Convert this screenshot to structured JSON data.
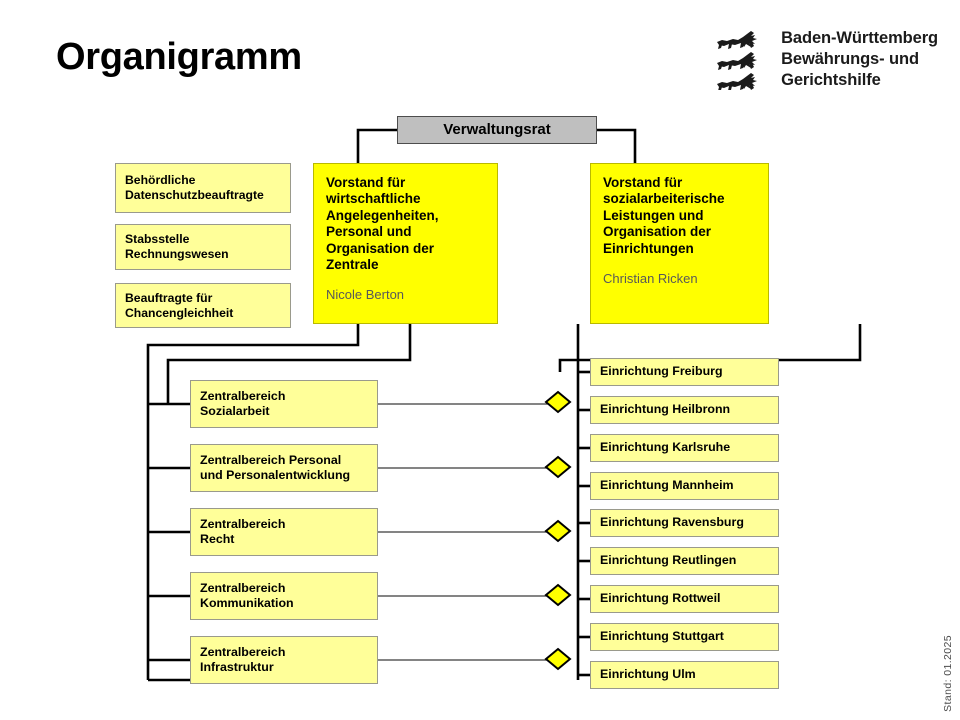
{
  "page": {
    "title": "Organigramm",
    "footer_note": "Stand: 01.2025"
  },
  "logo": {
    "icon": "three-lions-crest-icon",
    "text": "Baden-Württemberg\nBewährungs- und\nGerichtshilfe"
  },
  "colors": {
    "board_fill": "#bfbfbf",
    "vorstand_fill": "#ffff00",
    "unit_fill": "#ffff99",
    "connector": "#000000",
    "diamond_fill": "#ffff00",
    "person_text": "#595959"
  },
  "board": {
    "label": "Verwaltungsrat"
  },
  "vorstand": [
    {
      "title": "Vorstand für wirtschaftliche Angelegenheiten, Personal und Organisation der Zentrale",
      "person": "Nicole Berton"
    },
    {
      "title": "Vorstand für sozialarbeiterische Leistungen und Organisation der Einrichtungen",
      "person": "Christian Ricken"
    }
  ],
  "staff_units": [
    {
      "label": "Behördliche\nDatenschutzbeauftragte"
    },
    {
      "label": "Stabsstelle\nRechnungswesen"
    },
    {
      "label": "Beauftragte für\nChancengleichheit"
    }
  ],
  "zentralbereiche": [
    {
      "label": "Zentralbereich\nSozialarbeit"
    },
    {
      "label": "Zentralbereich Personal\nund Personalentwicklung"
    },
    {
      "label": "Zentralbereich\nRecht"
    },
    {
      "label": "Zentralbereich\nKommunikation"
    },
    {
      "label": "Zentralbereich\nInfrastruktur"
    }
  ],
  "einrichtungen": [
    {
      "label": "Einrichtung Freiburg"
    },
    {
      "label": "Einrichtung Heilbronn"
    },
    {
      "label": "Einrichtung Karlsruhe"
    },
    {
      "label": "Einrichtung Mannheim"
    },
    {
      "label": "Einrichtung Ravensburg"
    },
    {
      "label": "Einrichtung Reutlingen"
    },
    {
      "label": "Einrichtung Rottweil"
    },
    {
      "label": "Einrichtung Stuttgart"
    },
    {
      "label": "Einrichtung Ulm"
    }
  ]
}
